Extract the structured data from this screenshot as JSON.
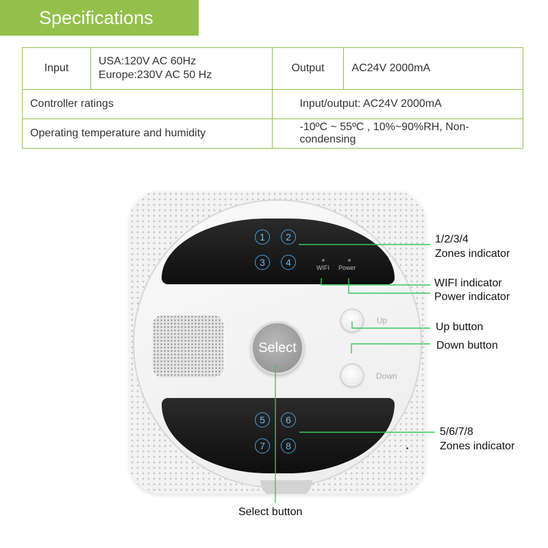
{
  "header": {
    "title": "Specifications"
  },
  "spec_table": {
    "row1": {
      "input_label": "Input",
      "input_values": [
        "USA:120V AC 60Hz",
        "Europe:230V AC 50 Hz"
      ],
      "output_label": "Output",
      "output_value": "AC24V 2000mA"
    },
    "row2": {
      "label": "Controller ratings",
      "value": "Input/output: AC24V 2000mA"
    },
    "row3": {
      "label": "Operating temperature and humidity",
      "value": "-10ºC ~ 55ºC , 10%~90%RH, Non-condensing"
    }
  },
  "device": {
    "zones_top": [
      "1",
      "2",
      "3",
      "4"
    ],
    "zones_bottom": [
      "5",
      "6",
      "7",
      "8"
    ],
    "wifi_label": "WIFI",
    "power_label": "Power",
    "select_label": "Select",
    "up_label": "Up",
    "down_label": "Down"
  },
  "callouts": {
    "zones_top": [
      "1/2/3/4",
      "Zones indicator"
    ],
    "wifi": "WIFI indicator",
    "power": "Power indicator",
    "up": "Up button",
    "down": "Down button",
    "zones_bottom": [
      "5/6/7/8",
      "Zones indicator"
    ],
    "select": "Select button"
  },
  "colors": {
    "accent_green": "#93c14b",
    "callout_line": "#39c85a",
    "zone_blue": "#4aa3df"
  }
}
